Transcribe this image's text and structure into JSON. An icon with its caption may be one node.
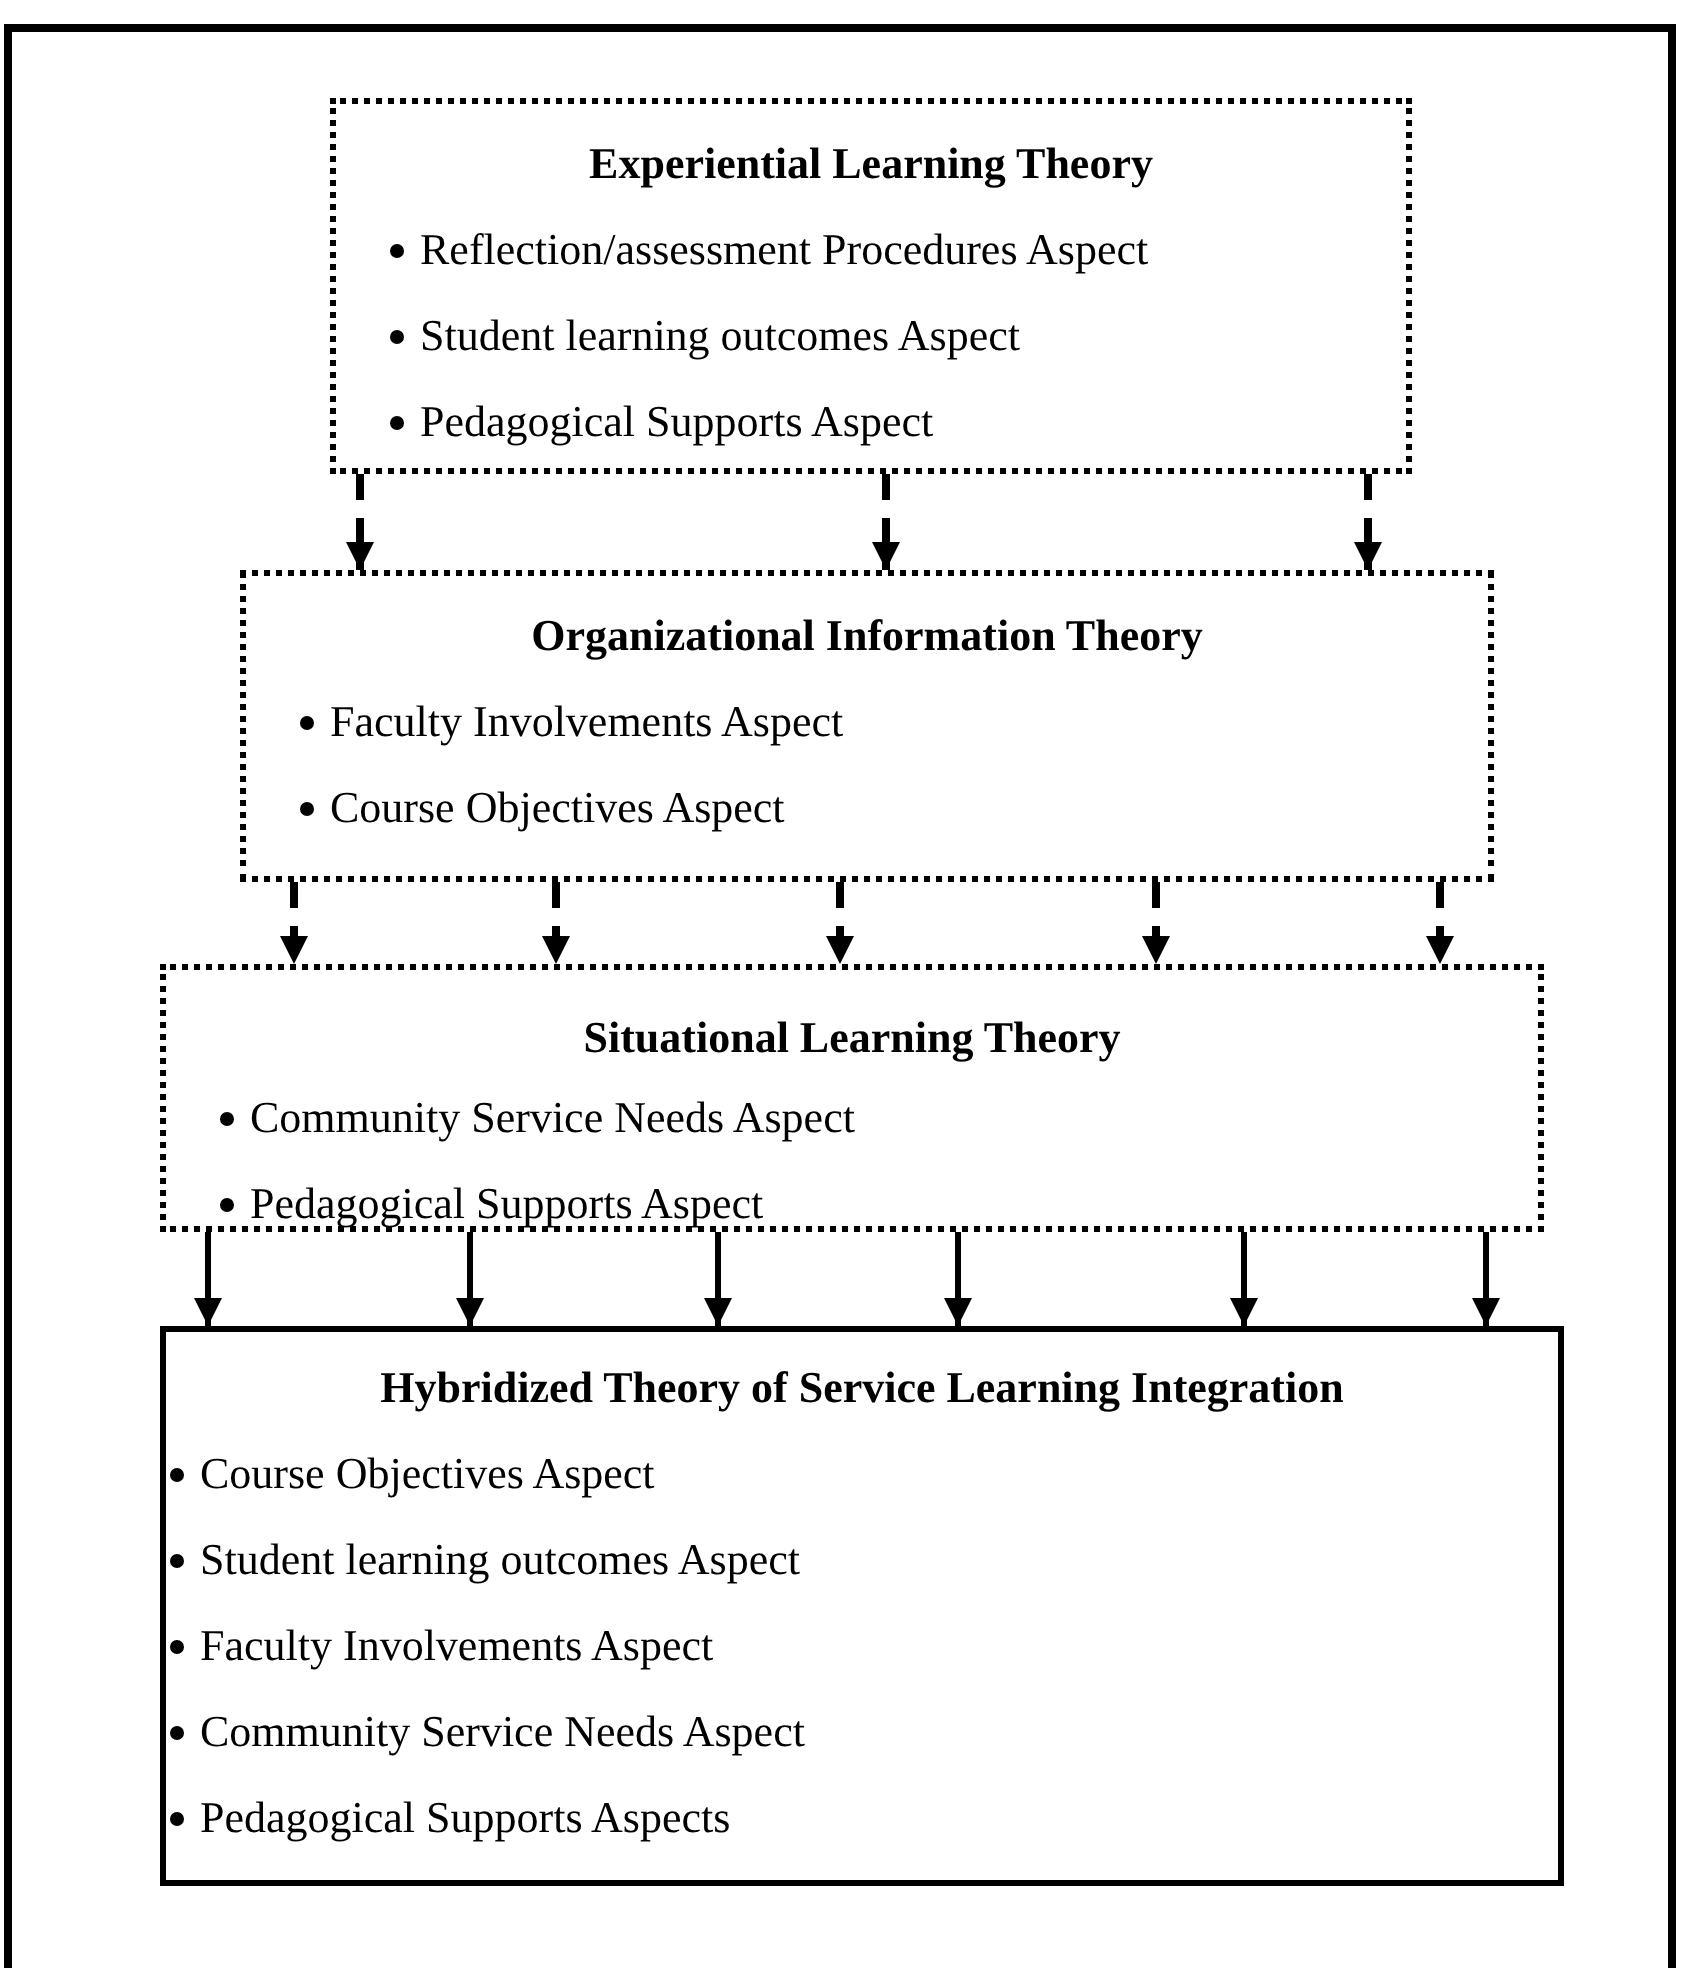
{
  "diagram": {
    "nodes": [
      {
        "text": [
          "Experiential Learning Theory",
          "Reflection/assessment Procedures Aspect",
          "Student learning outcomes Aspect",
          "Pedagogical Supports Aspect"
        ]
      },
      {
        "text": [
          "Organizational Information Theory",
          "Faculty Involvements Aspect",
          "Course Objectives Aspect"
        ]
      },
      {
        "text": [
          "Situational Learning Theory",
          "Community Service Needs Aspect",
          "Pedagogical Supports Aspect"
        ]
      },
      {
        "text": [
          "Hybridized Theory of Service Learning Integration",
          "Course Objectives Aspect",
          "Student learning outcomes Aspect",
          "Faculty Involvements Aspect",
          "Community Service Needs Aspect",
          "Pedagogical Supports Aspects"
        ]
      }
    ],
    "edges": [
      {
        "from": 0,
        "to": 1,
        "arrow": "to",
        "style": "dashed"
      },
      {
        "from": 0,
        "to": 1,
        "arrow": "to",
        "style": "dashed"
      },
      {
        "from": 0,
        "to": 1,
        "arrow": "to",
        "style": "dashed"
      },
      {
        "from": 1,
        "to": 2,
        "arrow": "to",
        "style": "dashed"
      },
      {
        "from": 1,
        "to": 2,
        "arrow": "to",
        "style": "dashed"
      },
      {
        "from": 1,
        "to": 2,
        "arrow": "to",
        "style": "dashed"
      },
      {
        "from": 1,
        "to": 2,
        "arrow": "to",
        "style": "dashed"
      },
      {
        "from": 1,
        "to": 2,
        "arrow": "to",
        "style": "dashed"
      },
      {
        "from": 2,
        "to": 3,
        "arrow": "to"
      },
      {
        "from": 2,
        "to": 3,
        "arrow": "to"
      },
      {
        "from": 2,
        "to": 3,
        "arrow": "to"
      },
      {
        "from": 2,
        "to": 3,
        "arrow": "to"
      },
      {
        "from": 2,
        "to": 3,
        "arrow": "to"
      },
      {
        "from": 2,
        "to": 3,
        "arrow": "to"
      }
    ]
  }
}
